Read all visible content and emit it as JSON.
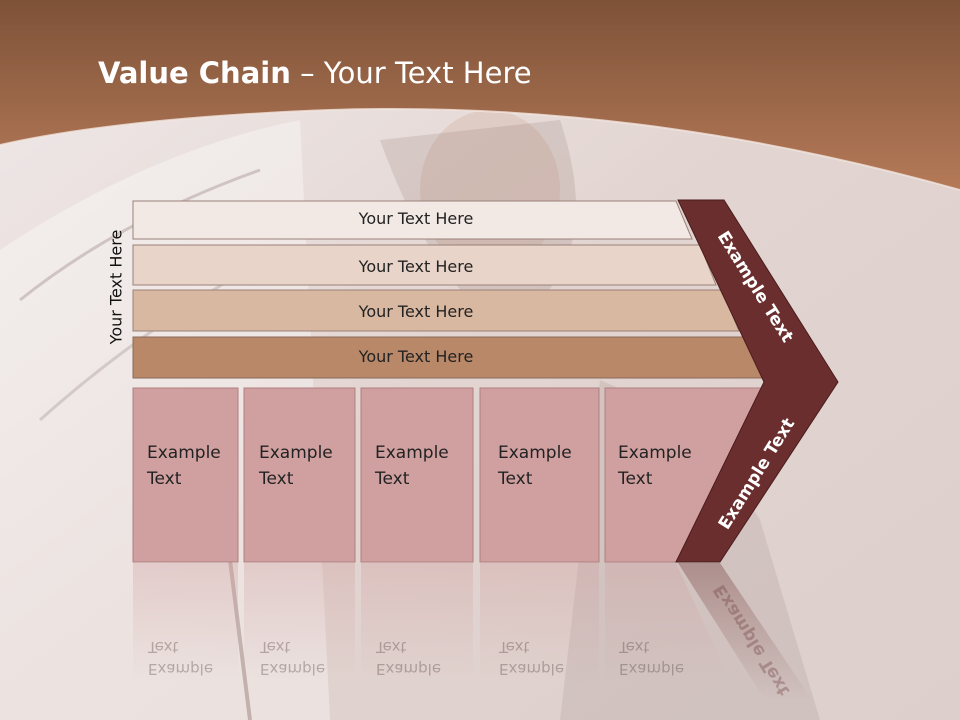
{
  "title": {
    "bold": "Value Chain",
    "rest": " – Your Text Here"
  },
  "side_label": "Your Text Here",
  "support_bars": [
    {
      "label": "Your Text Here",
      "color": "#f2e8e4"
    },
    {
      "label": "Your Text Here",
      "color": "#e8d4c8"
    },
    {
      "label": "Your Text Here",
      "color": "#d9b8a2"
    },
    {
      "label": "Your Text Here",
      "color": "#b98868"
    }
  ],
  "primary_cells": [
    {
      "line1": "Example",
      "line2": "Text"
    },
    {
      "line1": "Example",
      "line2": "Text"
    },
    {
      "line1": "Example",
      "line2": "Text"
    },
    {
      "line1": "Example",
      "line2": "Text"
    },
    {
      "line1": "Example",
      "line2": "Text"
    }
  ],
  "chevron": {
    "upper_label": "Example Text",
    "lower_label": "Example Text",
    "color": "#6b2e2e"
  },
  "colors": {
    "header": "#a66e50",
    "cell": "#d0a0a0",
    "cell_border": "#b08080"
  }
}
